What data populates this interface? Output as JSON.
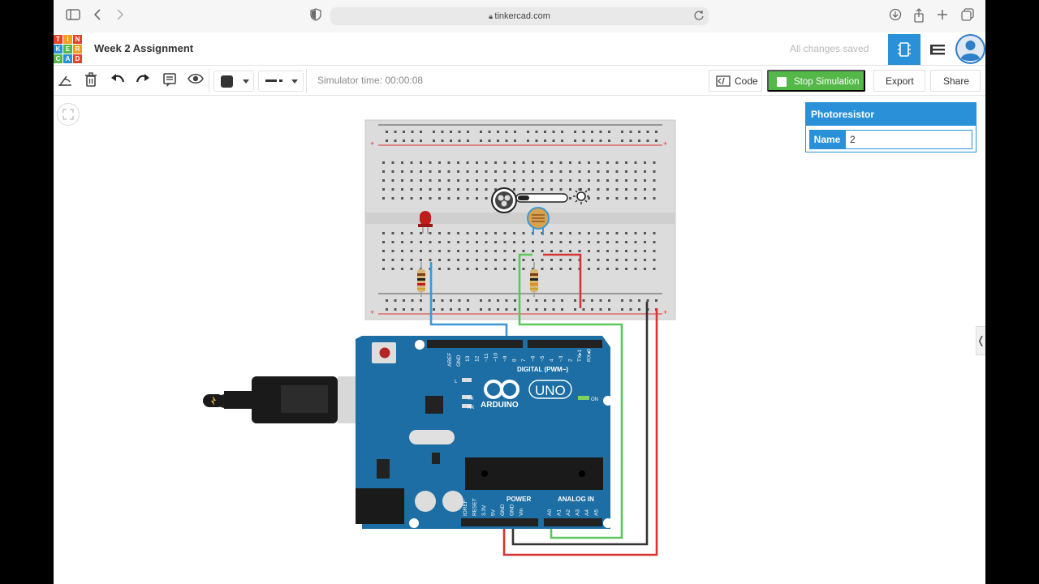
{
  "browser": {
    "url": "tinkercad.com"
  },
  "header": {
    "logo_letters": [
      "T",
      "I",
      "N",
      "K",
      "E",
      "R",
      "C",
      "A",
      "D"
    ],
    "logo_colors": [
      "#e2432d",
      "#f39c1f",
      "#e2432d",
      "#2a91d8",
      "#54b848",
      "#f39c1f",
      "#54b848",
      "#2a91d8",
      "#e2432d"
    ],
    "title": "Week 2 Assignment",
    "save_status": "All changes saved"
  },
  "toolbar": {
    "simulator_time": "Simulator time: 00:00:08",
    "code_label": "Code",
    "stop_simulation_label": "Stop Simulation",
    "export_label": "Export",
    "share_label": "Share"
  },
  "inspector": {
    "title": "Photoresistor",
    "name_label": "Name",
    "name_value": "2"
  },
  "board": {
    "labels": {
      "aref": "AREF",
      "gnd": "GND",
      "digital_pins": [
        "13",
        "12",
        "~11",
        "~10",
        "~9",
        "8",
        "7",
        "~6",
        "~5",
        "4",
        "~3",
        "2",
        "TX▸1",
        "RX◂0"
      ],
      "digital": "DIGITAL (PWM~)",
      "brand": "ARDUINO",
      "model": "UNO",
      "on": "ON",
      "l": "L",
      "tx": "TX",
      "rx": "RX",
      "power": "POWER",
      "analog_in": "ANALOG IN",
      "power_pins": [
        "IOREF",
        "RESET",
        "3.3V",
        "5V",
        "GND",
        "GND",
        "Vin"
      ],
      "analog_pins": [
        "A0",
        "A1",
        "A2",
        "A3",
        "A4",
        "A5"
      ]
    }
  },
  "colors": {
    "accent": "#2a91d8",
    "sim_green": "#54b848",
    "board_blue": "#1c6ea4"
  }
}
